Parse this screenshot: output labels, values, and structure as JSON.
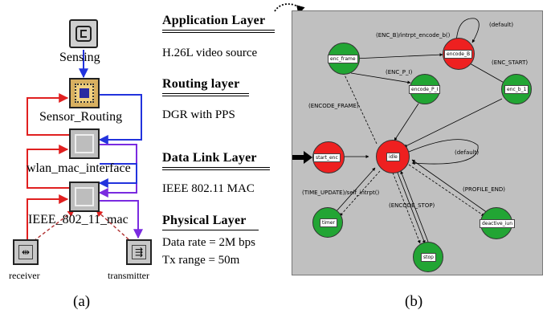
{
  "panel_a": {
    "nodes": {
      "sensing": "Sensing",
      "sensor_routing": "Sensor_Routing",
      "wlan_mac_interface": "wlan_mac_interface",
      "ieee_mac": "IEEE_802_11_mac",
      "receiver": "receiver",
      "transmitter": "transmitter"
    },
    "caption": "(a)"
  },
  "layers": {
    "application": {
      "heading": "Application Layer",
      "text": "H.26L video source"
    },
    "routing": {
      "heading": "Routing layer",
      "text": "DGR with PPS"
    },
    "datalink": {
      "heading": "Data Link Layer",
      "text": "IEEE 802.11 MAC"
    },
    "physical": {
      "heading": "Physical Layer",
      "text1": "Data rate = 2M bps",
      "text2": "Tx range = 50m"
    }
  },
  "panel_b": {
    "caption": "(b)",
    "states": {
      "enc_frame": "enc_frame",
      "encode_B": "encode_B",
      "encode_P_I": "encode_P_I",
      "enc_b_1": "enc_b_1",
      "start_enc": "start_enc",
      "idle": "idle",
      "timer": "timer",
      "deactive_iun": "deactive_iun",
      "stop": "stop"
    },
    "transitions": {
      "enc_b_intrpt": "(ENC_B)/intrpt_encode_b()",
      "default_top": "(default)",
      "enc_start": "(ENC_START)",
      "enc_p_i": "(ENC_P_I)",
      "encode_frame": "(ENCODE_FRAME)",
      "default_idle": "(default)",
      "time_update": "(TIME_UPDATE)/self_intrpt()",
      "encode_stop": "(ENCODE_STOP)",
      "profile_end": "(PROFILE_END)"
    }
  },
  "colors": {
    "red_state": "#ee2020",
    "green_state": "#22a534",
    "red_link": "#e02020",
    "blue_link": "#2233dd",
    "purple_link": "#7a2be0",
    "panel_bg": "#c0c0c0"
  }
}
